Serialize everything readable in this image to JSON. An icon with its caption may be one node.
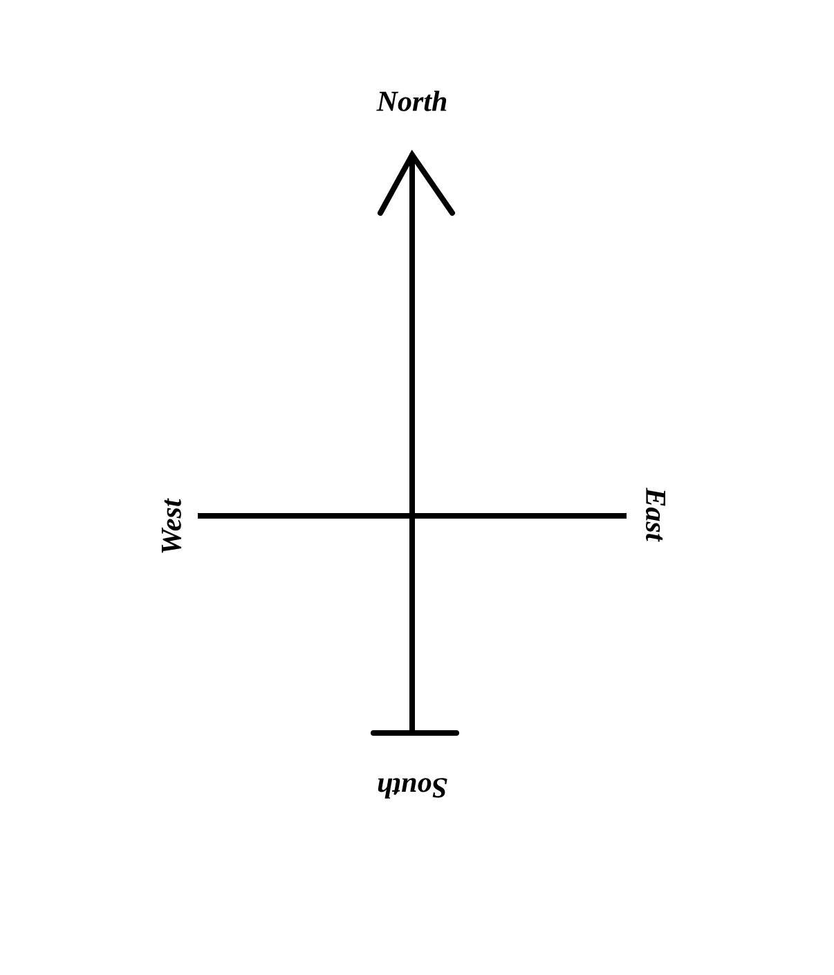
{
  "diagram": {
    "labels": [
      "North",
      "West",
      "East",
      "South"
    ]
  }
}
